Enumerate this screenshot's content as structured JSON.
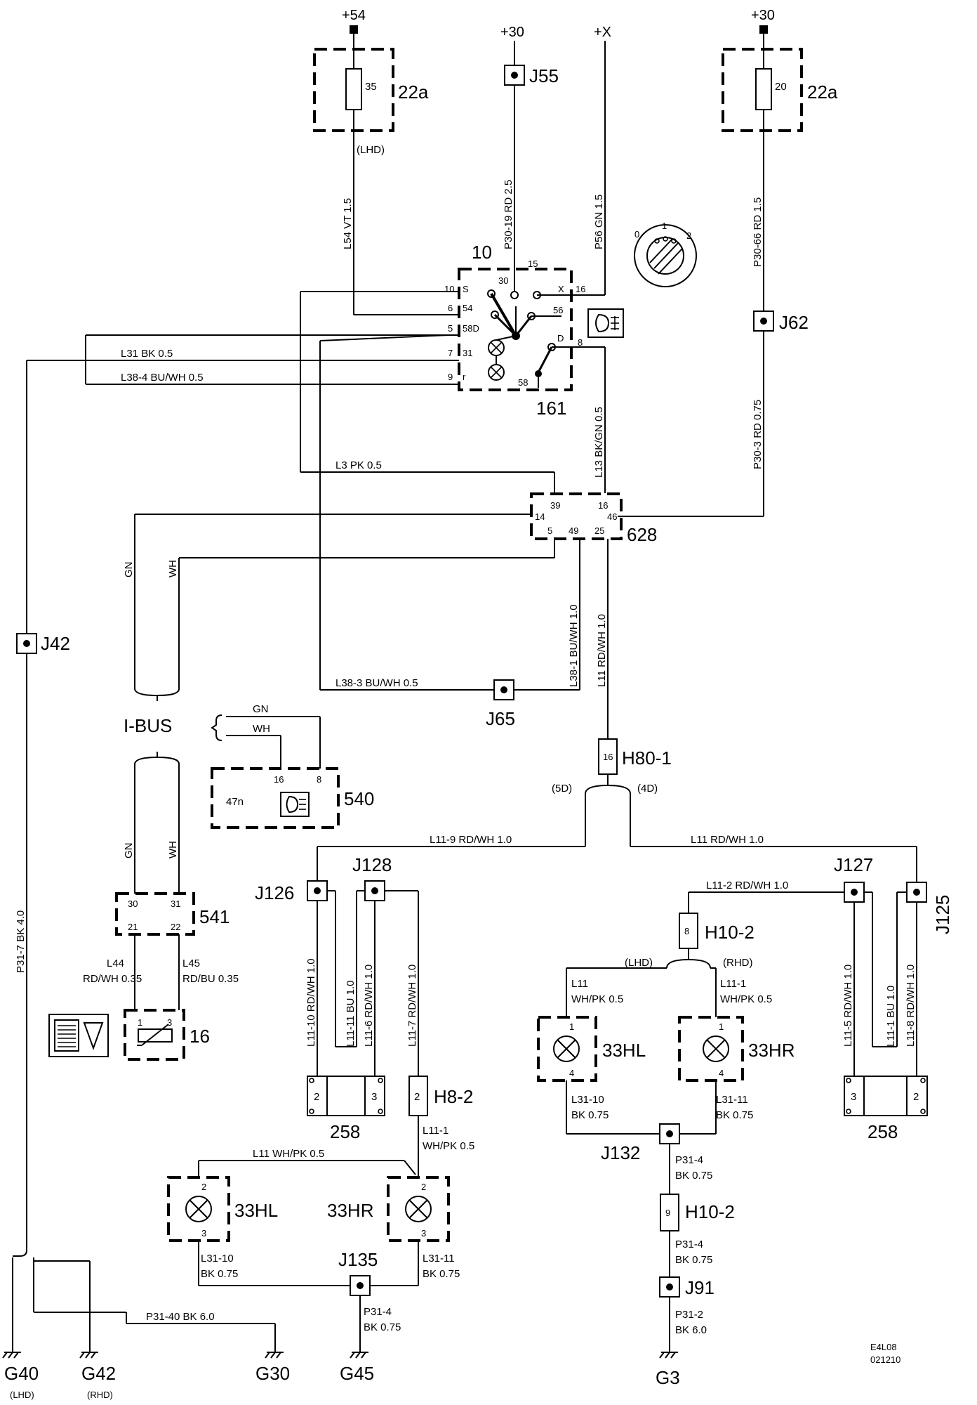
{
  "supplies": {
    "plus54": "+54",
    "plus30_left": "+30",
    "plusx": "+X",
    "plus30_right": "+30"
  },
  "fuses": {
    "left": {
      "num": "35",
      "name": "22a",
      "note": "(LHD)"
    },
    "right": {
      "num": "20",
      "name": "22a"
    }
  },
  "junctions": {
    "j55": "J55",
    "j62": "J62",
    "j42": "J42",
    "j65": "J65",
    "j126": "J126",
    "j128": "J128",
    "j127": "J127",
    "j125": "J125",
    "j132": "J132",
    "j135": "J135",
    "j91": "J91"
  },
  "connectors": {
    "h80_1": {
      "name": "H80-1",
      "pin": "16"
    },
    "h10_2_top": {
      "name": "H10-2",
      "pin": "8"
    },
    "h10_2_bottom": {
      "name": "H10-2",
      "pin": "9"
    },
    "h8_2": {
      "name": "H8-2",
      "pin": "2"
    }
  },
  "switch": {
    "name": "10",
    "ref": "161",
    "pins_left": [
      "10",
      "6",
      "5",
      "7",
      "9"
    ],
    "pins_inner": [
      "S",
      "54",
      "58D",
      "31",
      "r"
    ],
    "pins_top": [
      "30",
      "15"
    ],
    "pins_right": [
      "X",
      "56",
      "D",
      "58"
    ],
    "pins_out": [
      "16",
      "8"
    ]
  },
  "ignition": {
    "p0": "0",
    "p1": "1",
    "p2": "2"
  },
  "module_628": {
    "name": "628",
    "pins": [
      "39",
      "16",
      "14",
      "46",
      "5",
      "49",
      "25"
    ]
  },
  "module_540": {
    "name": "540",
    "inner": "47n",
    "pins": [
      "16",
      "8"
    ]
  },
  "module_541": {
    "name": "541",
    "pins": [
      "30",
      "31",
      "21",
      "22"
    ]
  },
  "dimmer_16": {
    "name": "16",
    "pins": [
      "1",
      "3"
    ]
  },
  "bus": {
    "label": "I-BUS",
    "gn": "GN",
    "wh": "WH"
  },
  "wires": {
    "l154": "L54   VT   1.5",
    "p30_19": "P30-19  RD   2.5",
    "p56": "P56   GN   1.5",
    "p30_66": "P30-66  RD   1.5",
    "l31": "L31   BK   0.5",
    "l38_4": "L38-4   BU/WH  0.5",
    "l13": "L13   BK/GN   0.5",
    "p30_3": "P30-3   RD   0.75",
    "l3": "L3    PK    0.5",
    "l38_1": "L38-1   BU/WH  1.0",
    "l11_top": "L11   RD/WH  1.0",
    "l38_3": "L38-3    BU/WH  0.5",
    "p31_7": "P31-7   BK   4.0",
    "l11_9": "L11-9   RD/WH  1.0",
    "l11_right": "L11   RD/WH  1.0",
    "l11_2": "L11-2  RD/WH  1.0",
    "l11_10": "L11-10  RD/WH  1.0",
    "l11_11": "L11-11 BU   1.0",
    "l11_6": "L11-6   RD/WH  1.0",
    "l11_7": "L11-7   RD/WH  1.0",
    "l11_5": "L11-5   RD/WH   1.0",
    "l11_1v": "L11-1   BU   1.0",
    "l11_8": "L11-8   RD/WH   1.0",
    "l44a": "L44",
    "l44b": "RD/WH  0.35",
    "l45a": "L45",
    "l45b": "RD/BU  0.35",
    "gn_small": "GN",
    "wh_small": "WH",
    "lhd": "(LHD)",
    "rhd": "(RHD)",
    "d5": "(5D)",
    "d4": "(4D)",
    "l11_hl_a": "L11",
    "l11_hl_b": "WH/PK  0.5",
    "l11_1_a": "L11-1",
    "l11_1_b": "WH/PK  0.5",
    "l31_10a": "L31-10",
    "l31_10b": "BK  0.75",
    "l31_11a": "L31-11",
    "l31_11b": "BK  0.75",
    "p31_4a": "P31-4",
    "p31_4b": "BK  0.75",
    "p31_4c": "P31-4",
    "p31_4d": "BK  0.75",
    "p31_2a": "P31-2",
    "p31_2b": "BK  6.0",
    "l11_wh": "L11   WH/PK  0.5",
    "l11_1l_a": "L11-1",
    "l11_1l_b": "WH/PK  0.5",
    "l31_10la": "L31-10",
    "l31_10lb": "BK  0.75",
    "l31_11la": "L31-11",
    "l31_11lb": "BK  0.75",
    "p31_4la": "P31-4",
    "p31_4lb": "BK  0.75",
    "p31_40": "P31-40   BK   6.0"
  },
  "lamps": {
    "hl": "33HL",
    "hr": "33HR",
    "pin1": "1",
    "pin4": "4",
    "pin2": "2",
    "pin3": "3"
  },
  "blocks_258": {
    "name": "258",
    "a": "2",
    "b": "3",
    "c": "3",
    "d": "2"
  },
  "grounds": {
    "g40": "G40",
    "g40_note": "(LHD)",
    "g42": "G42",
    "g42_note": "(RHD)",
    "g30": "G30",
    "g45": "G45",
    "g3": "G3"
  },
  "footer": {
    "code1": "E4L08",
    "code2": "021210"
  }
}
